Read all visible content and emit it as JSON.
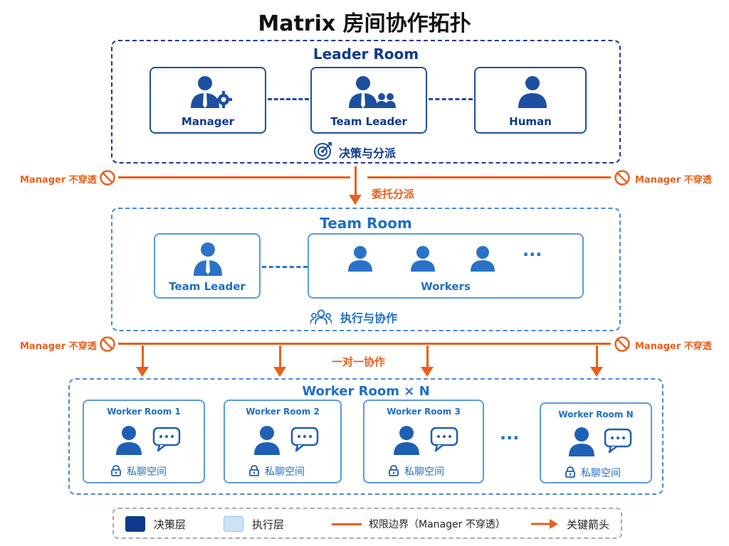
{
  "title": "Matrix 房间协作拓扑",
  "leader_room": {
    "title": "Leader Room",
    "cards": [
      {
        "label": "Manager"
      },
      {
        "label": "Team Leader"
      },
      {
        "label": "Human"
      }
    ],
    "caption": "决策与分派"
  },
  "boundary_label": "Manager 不穿透",
  "delegate_label": "委托分派",
  "team_room": {
    "title": "Team Room",
    "leader_label": "Team Leader",
    "workers_label": "Workers",
    "ellipsis": "···",
    "caption": "执行与协作"
  },
  "one_to_one_label": "一对一协作",
  "worker_room": {
    "title": "Worker Room × N",
    "rooms": [
      {
        "label": "Worker Room 1",
        "space": "私聊空间"
      },
      {
        "label": "Worker Room 2",
        "space": "私聊空间"
      },
      {
        "label": "Worker Room 3",
        "space": "私聊空间"
      },
      {
        "label": "Worker Room N",
        "space": "私聊空间"
      }
    ],
    "ellipsis": "···"
  },
  "legend": {
    "decision": "决策层",
    "execution": "执行层",
    "boundary": "权限边界（Manager 不穿透）",
    "arrow": "关键箭头"
  },
  "colors": {
    "decision": "#0f3a8a",
    "execution": "#cfe3f7",
    "boundary": "#e8601c",
    "accent": "#1f6fc4"
  }
}
